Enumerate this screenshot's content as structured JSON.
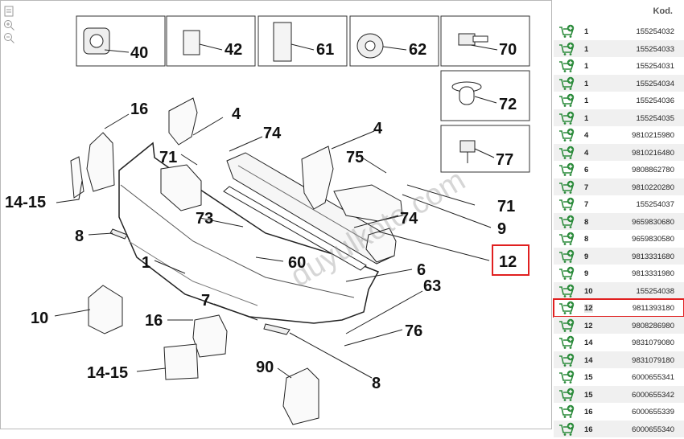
{
  "parts_header": "Kod.",
  "parts": [
    {
      "ref": "1",
      "code": "155254032"
    },
    {
      "ref": "1",
      "code": "155254033"
    },
    {
      "ref": "1",
      "code": "155254031"
    },
    {
      "ref": "1",
      "code": "155254034"
    },
    {
      "ref": "1",
      "code": "155254036"
    },
    {
      "ref": "1",
      "code": "155254035"
    },
    {
      "ref": "4",
      "code": "9810215980"
    },
    {
      "ref": "4",
      "code": "9810216480"
    },
    {
      "ref": "6",
      "code": "9808862780"
    },
    {
      "ref": "7",
      "code": "9810220280"
    },
    {
      "ref": "7",
      "code": "155254037"
    },
    {
      "ref": "8",
      "code": "9659830680"
    },
    {
      "ref": "8",
      "code": "9659830580"
    },
    {
      "ref": "9",
      "code": "9813331680"
    },
    {
      "ref": "9",
      "code": "9813331980"
    },
    {
      "ref": "10",
      "code": "155254038"
    },
    {
      "ref": "12",
      "code": "9811393180",
      "selected": true
    },
    {
      "ref": "12",
      "code": "9808286980"
    },
    {
      "ref": "14",
      "code": "9831079080"
    },
    {
      "ref": "14",
      "code": "9831079180"
    },
    {
      "ref": "15",
      "code": "6000655341"
    },
    {
      "ref": "15",
      "code": "6000655342"
    },
    {
      "ref": "16",
      "code": "6000655339"
    },
    {
      "ref": "16",
      "code": "6000655340"
    }
  ],
  "thumbnails": [
    "40",
    "42",
    "61",
    "62",
    "70",
    "72",
    "77"
  ],
  "callouts": {
    "c16a": "16",
    "c4a": "4",
    "c74a": "74",
    "c4b": "4",
    "c71a": "71",
    "c75": "75",
    "c14_15a": "14-15",
    "c73": "73",
    "c74b": "74",
    "c71b": "71",
    "c9": "9",
    "c8a": "8",
    "c1": "1",
    "c60": "60",
    "c12": "12",
    "c6": "6",
    "c63": "63",
    "c10": "10",
    "c7": "7",
    "c16b": "16",
    "c76": "76",
    "c14_15b": "14-15",
    "c90": "90",
    "c8b": "8"
  },
  "watermark": "duyulkoto.com",
  "colors": {
    "highlight": "#e02020",
    "cart": "#2a8a3a",
    "row_alt": "#f0f0f0"
  }
}
